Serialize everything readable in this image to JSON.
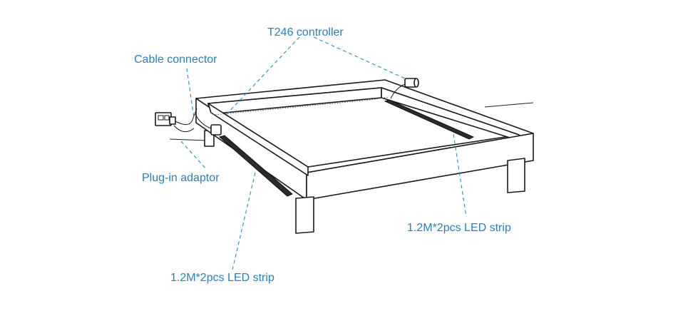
{
  "labels": {
    "controller": "T246 controller",
    "cable_connector": "Cable connector",
    "plug_adaptor": "Plug-in adaptor",
    "led_strip_front": "1.2M*2pcs LED strip",
    "led_strip_back": "1.2M*2pcs LED strip"
  },
  "colors": {
    "label": "#2a7fb8",
    "leader": "#2a8ac8",
    "line_art": "#1a1a1a"
  }
}
